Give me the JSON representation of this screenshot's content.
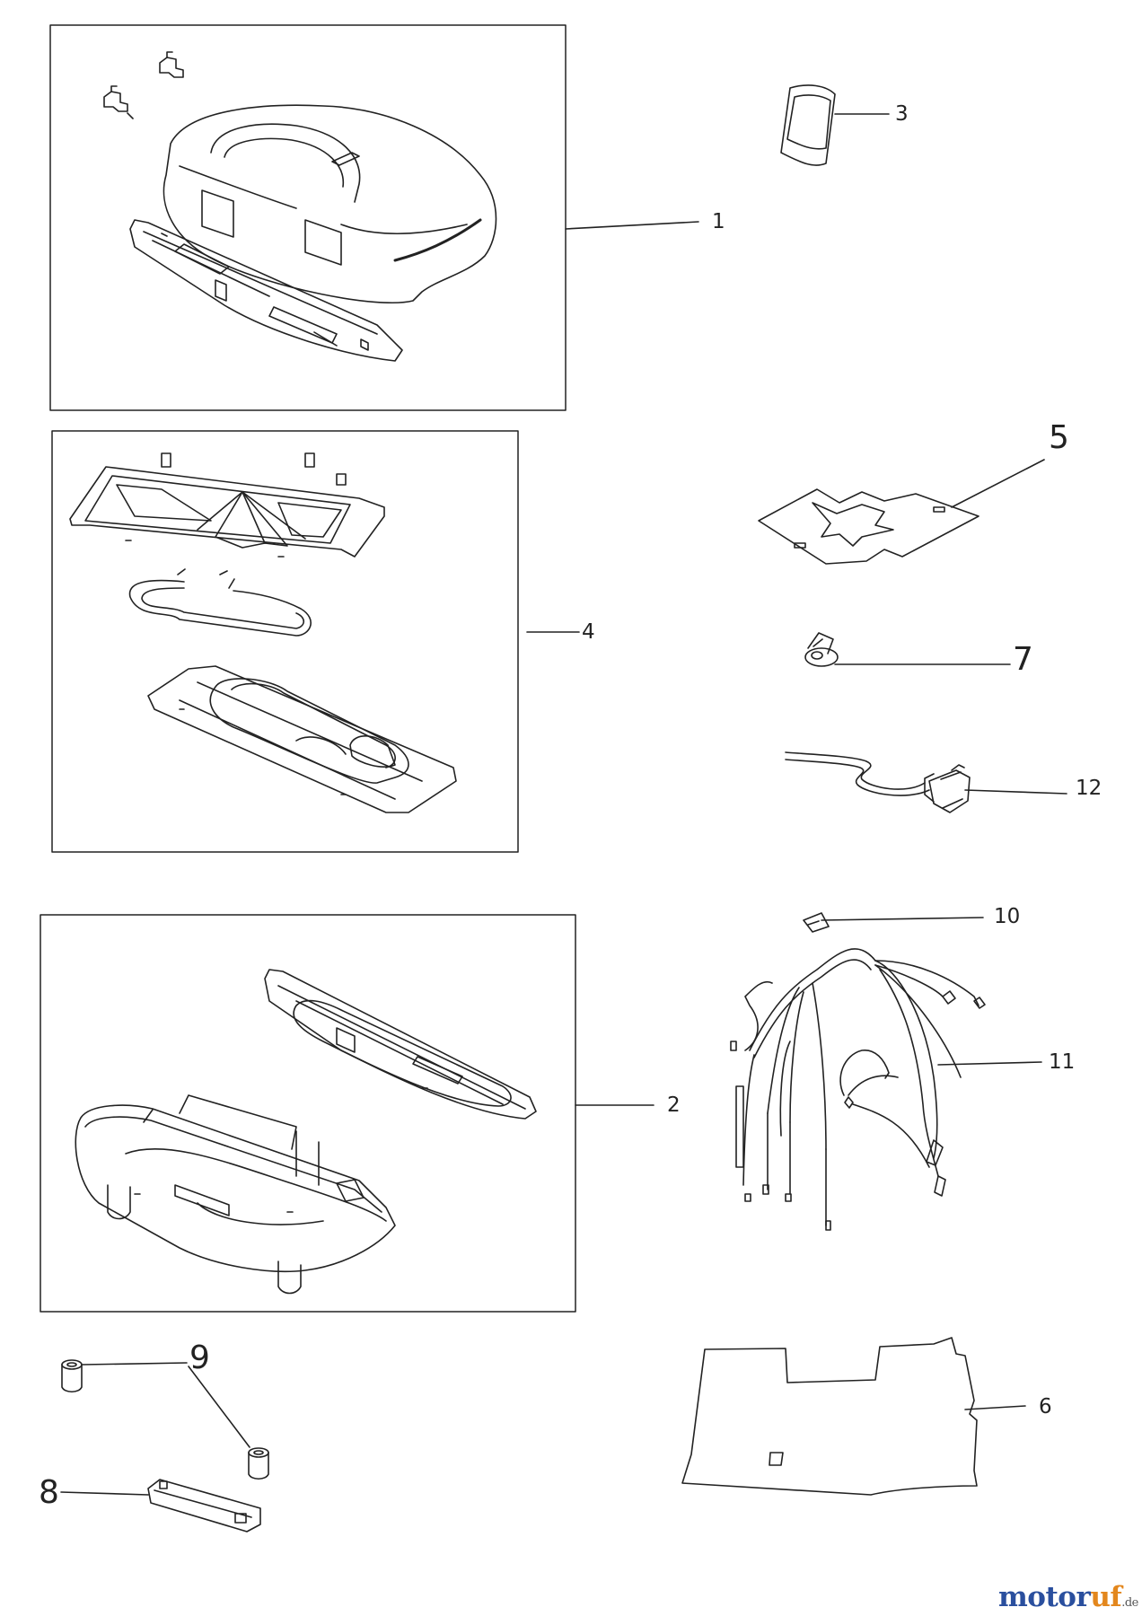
{
  "callouts": [
    {
      "id": "1",
      "label": "1"
    },
    {
      "id": "2",
      "label": "2"
    },
    {
      "id": "3",
      "label": "3"
    },
    {
      "id": "4",
      "label": "4"
    },
    {
      "id": "5",
      "label": "5"
    },
    {
      "id": "6",
      "label": "6"
    },
    {
      "id": "7",
      "label": "7"
    },
    {
      "id": "8",
      "label": "8"
    },
    {
      "id": "9",
      "label": "9"
    },
    {
      "id": "10",
      "label": "10"
    },
    {
      "id": "11",
      "label": "11"
    },
    {
      "id": "12",
      "label": "12"
    }
  ],
  "brand": {
    "part1": "motor",
    "part2": "uf",
    "domain": ".de"
  },
  "colors": {
    "line": "#222222",
    "brand_blue": "#2a4f9e",
    "brand_orange": "#e3871d"
  }
}
